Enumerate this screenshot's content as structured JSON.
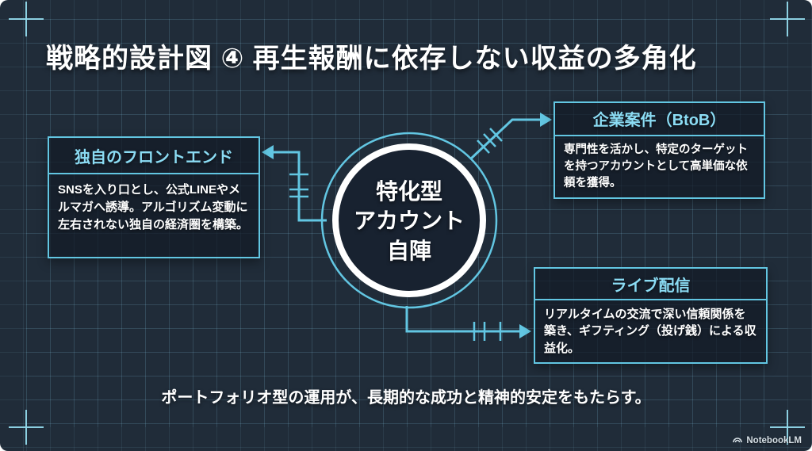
{
  "title": "戦略的設計図 ④ 再生報酬に依存しない収益の多角化",
  "center_node": {
    "lines": [
      "特化型",
      "アカウント",
      "自陣"
    ]
  },
  "nodes": {
    "frontend": {
      "title": "独自のフロントエンド",
      "body": "SNSを入り口とし、公式LINEやメルマガへ誘導。アルゴリズム変動に左右されない独自の経済圏を構築。"
    },
    "btob": {
      "title": "企業案件（BtoB）",
      "body": "専門性を活かし、特定のターゲットを持つアカウントとして高単価な依頼を獲得。"
    },
    "live": {
      "title": "ライブ配信",
      "body": "リアルタイムの交流で深い信頼関係を築き、ギフティング（投げ銭）による収益化。"
    }
  },
  "tagline": "ポートフォリオ型の運用が、長期的な成功と精神的安定をもたらす。",
  "footer": {
    "brand": "NotebookLM"
  },
  "colors": {
    "background": "#202c39",
    "accent_line": "#62c6e2",
    "header_text": "#8bdcf4",
    "body_text": "#ffffff",
    "ring": "#ffffff",
    "crosshair": "#91d8ea"
  }
}
